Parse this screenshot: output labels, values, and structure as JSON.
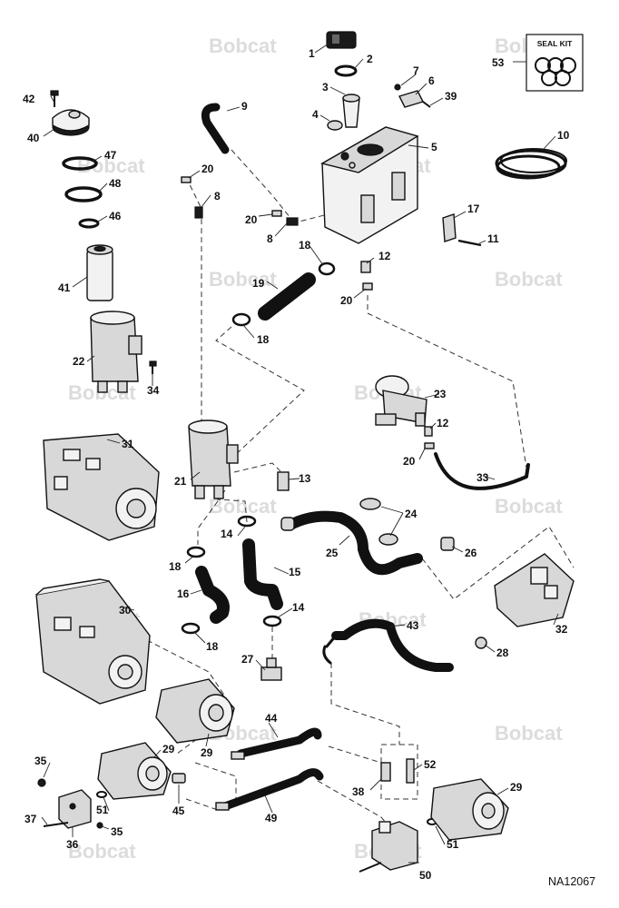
{
  "drawing_number": "NA12067",
  "seal_kit_label": "SEAL KIT",
  "watermark_text": "Bobcat",
  "callouts": {
    "c1": "1",
    "c2": "2",
    "c3": "3",
    "c4": "4",
    "c5": "5",
    "c6": "6",
    "c7": "7",
    "c8a": "8",
    "c8b": "8",
    "c9": "9",
    "c10": "10",
    "c11": "11",
    "c12a": "12",
    "c12b": "12",
    "c13": "13",
    "c14a": "14",
    "c14b": "14",
    "c15": "15",
    "c16": "16",
    "c17": "17",
    "c18a": "18",
    "c18b": "18",
    "c18c": "18",
    "c18d": "18",
    "c19": "19",
    "c20a": "20",
    "c20b": "20",
    "c20c": "20",
    "c20d": "20",
    "c21": "21",
    "c22": "22",
    "c23": "23",
    "c24": "24",
    "c25": "25",
    "c26": "26",
    "c27": "27",
    "c28": "28",
    "c29a": "29",
    "c29b": "29",
    "c29c": "29",
    "c30": "30",
    "c31": "31",
    "c32": "32",
    "c33": "33",
    "c34": "34",
    "c35a": "35",
    "c35b": "35",
    "c36": "36",
    "c37": "37",
    "c38": "38",
    "c39": "39",
    "c40": "40",
    "c41": "41",
    "c42": "42",
    "c43": "43",
    "c44": "44",
    "c45": "45",
    "c46": "46",
    "c47": "47",
    "c48": "48",
    "c49": "49",
    "c50": "50",
    "c51a": "51",
    "c51b": "51",
    "c52": "52",
    "c53": "53"
  }
}
